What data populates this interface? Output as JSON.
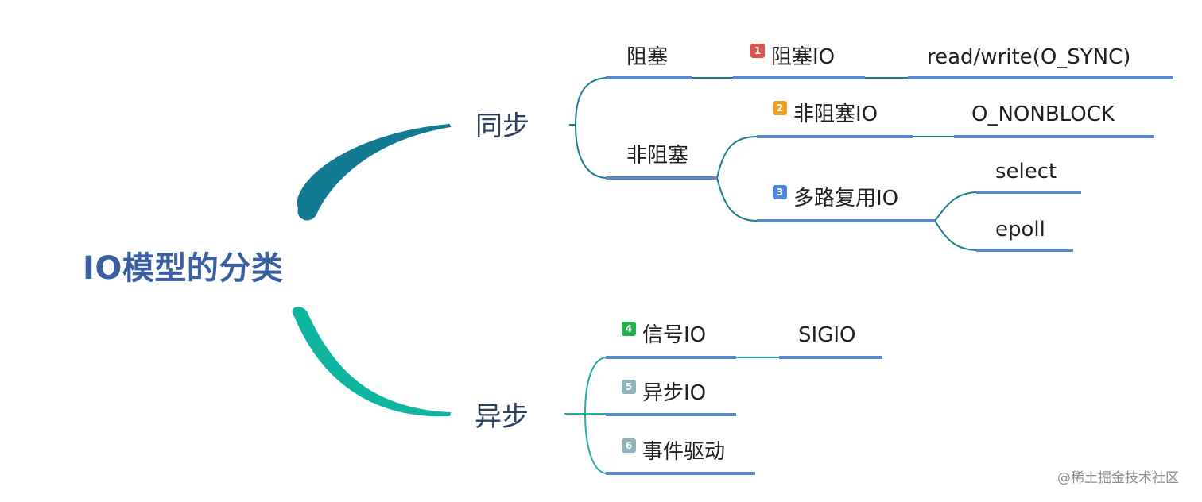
{
  "root": {
    "title": "IO模型的分类"
  },
  "branches": {
    "sync": {
      "label": "同步"
    },
    "async": {
      "label": "异步"
    }
  },
  "sync": {
    "blocking": {
      "label": "阻塞",
      "model": {
        "badge": "1",
        "badge_color": "#e05252",
        "label": "阻塞IO"
      },
      "example": "read/write(O_SYNC)"
    },
    "nonblocking": {
      "label": "非阻塞",
      "nbio": {
        "badge": "2",
        "badge_color": "#f0a020",
        "label": "非阻塞IO",
        "example": "O_NONBLOCK"
      },
      "multiplex": {
        "badge": "3",
        "badge_color": "#4f86e0",
        "label": "多路复用IO",
        "examples": [
          "select",
          "epoll"
        ]
      }
    }
  },
  "async": {
    "signal": {
      "badge": "4",
      "badge_color": "#22b24c",
      "label": "信号IO",
      "example": "SIGIO"
    },
    "asyncio": {
      "badge": "5",
      "badge_color": "#8fb3b8",
      "label": "异步IO"
    },
    "event": {
      "badge": "6",
      "badge_color": "#8fb3b8",
      "label": "事件驱动"
    }
  },
  "colors": {
    "sync_branch": "#137a93",
    "async_branch": "#0fb5a0",
    "underline": "#5b86c8",
    "sync_connector": "#1a7e8c",
    "async_connector": "#20b0a0"
  },
  "watermark": "@稀土掘金技术社区"
}
